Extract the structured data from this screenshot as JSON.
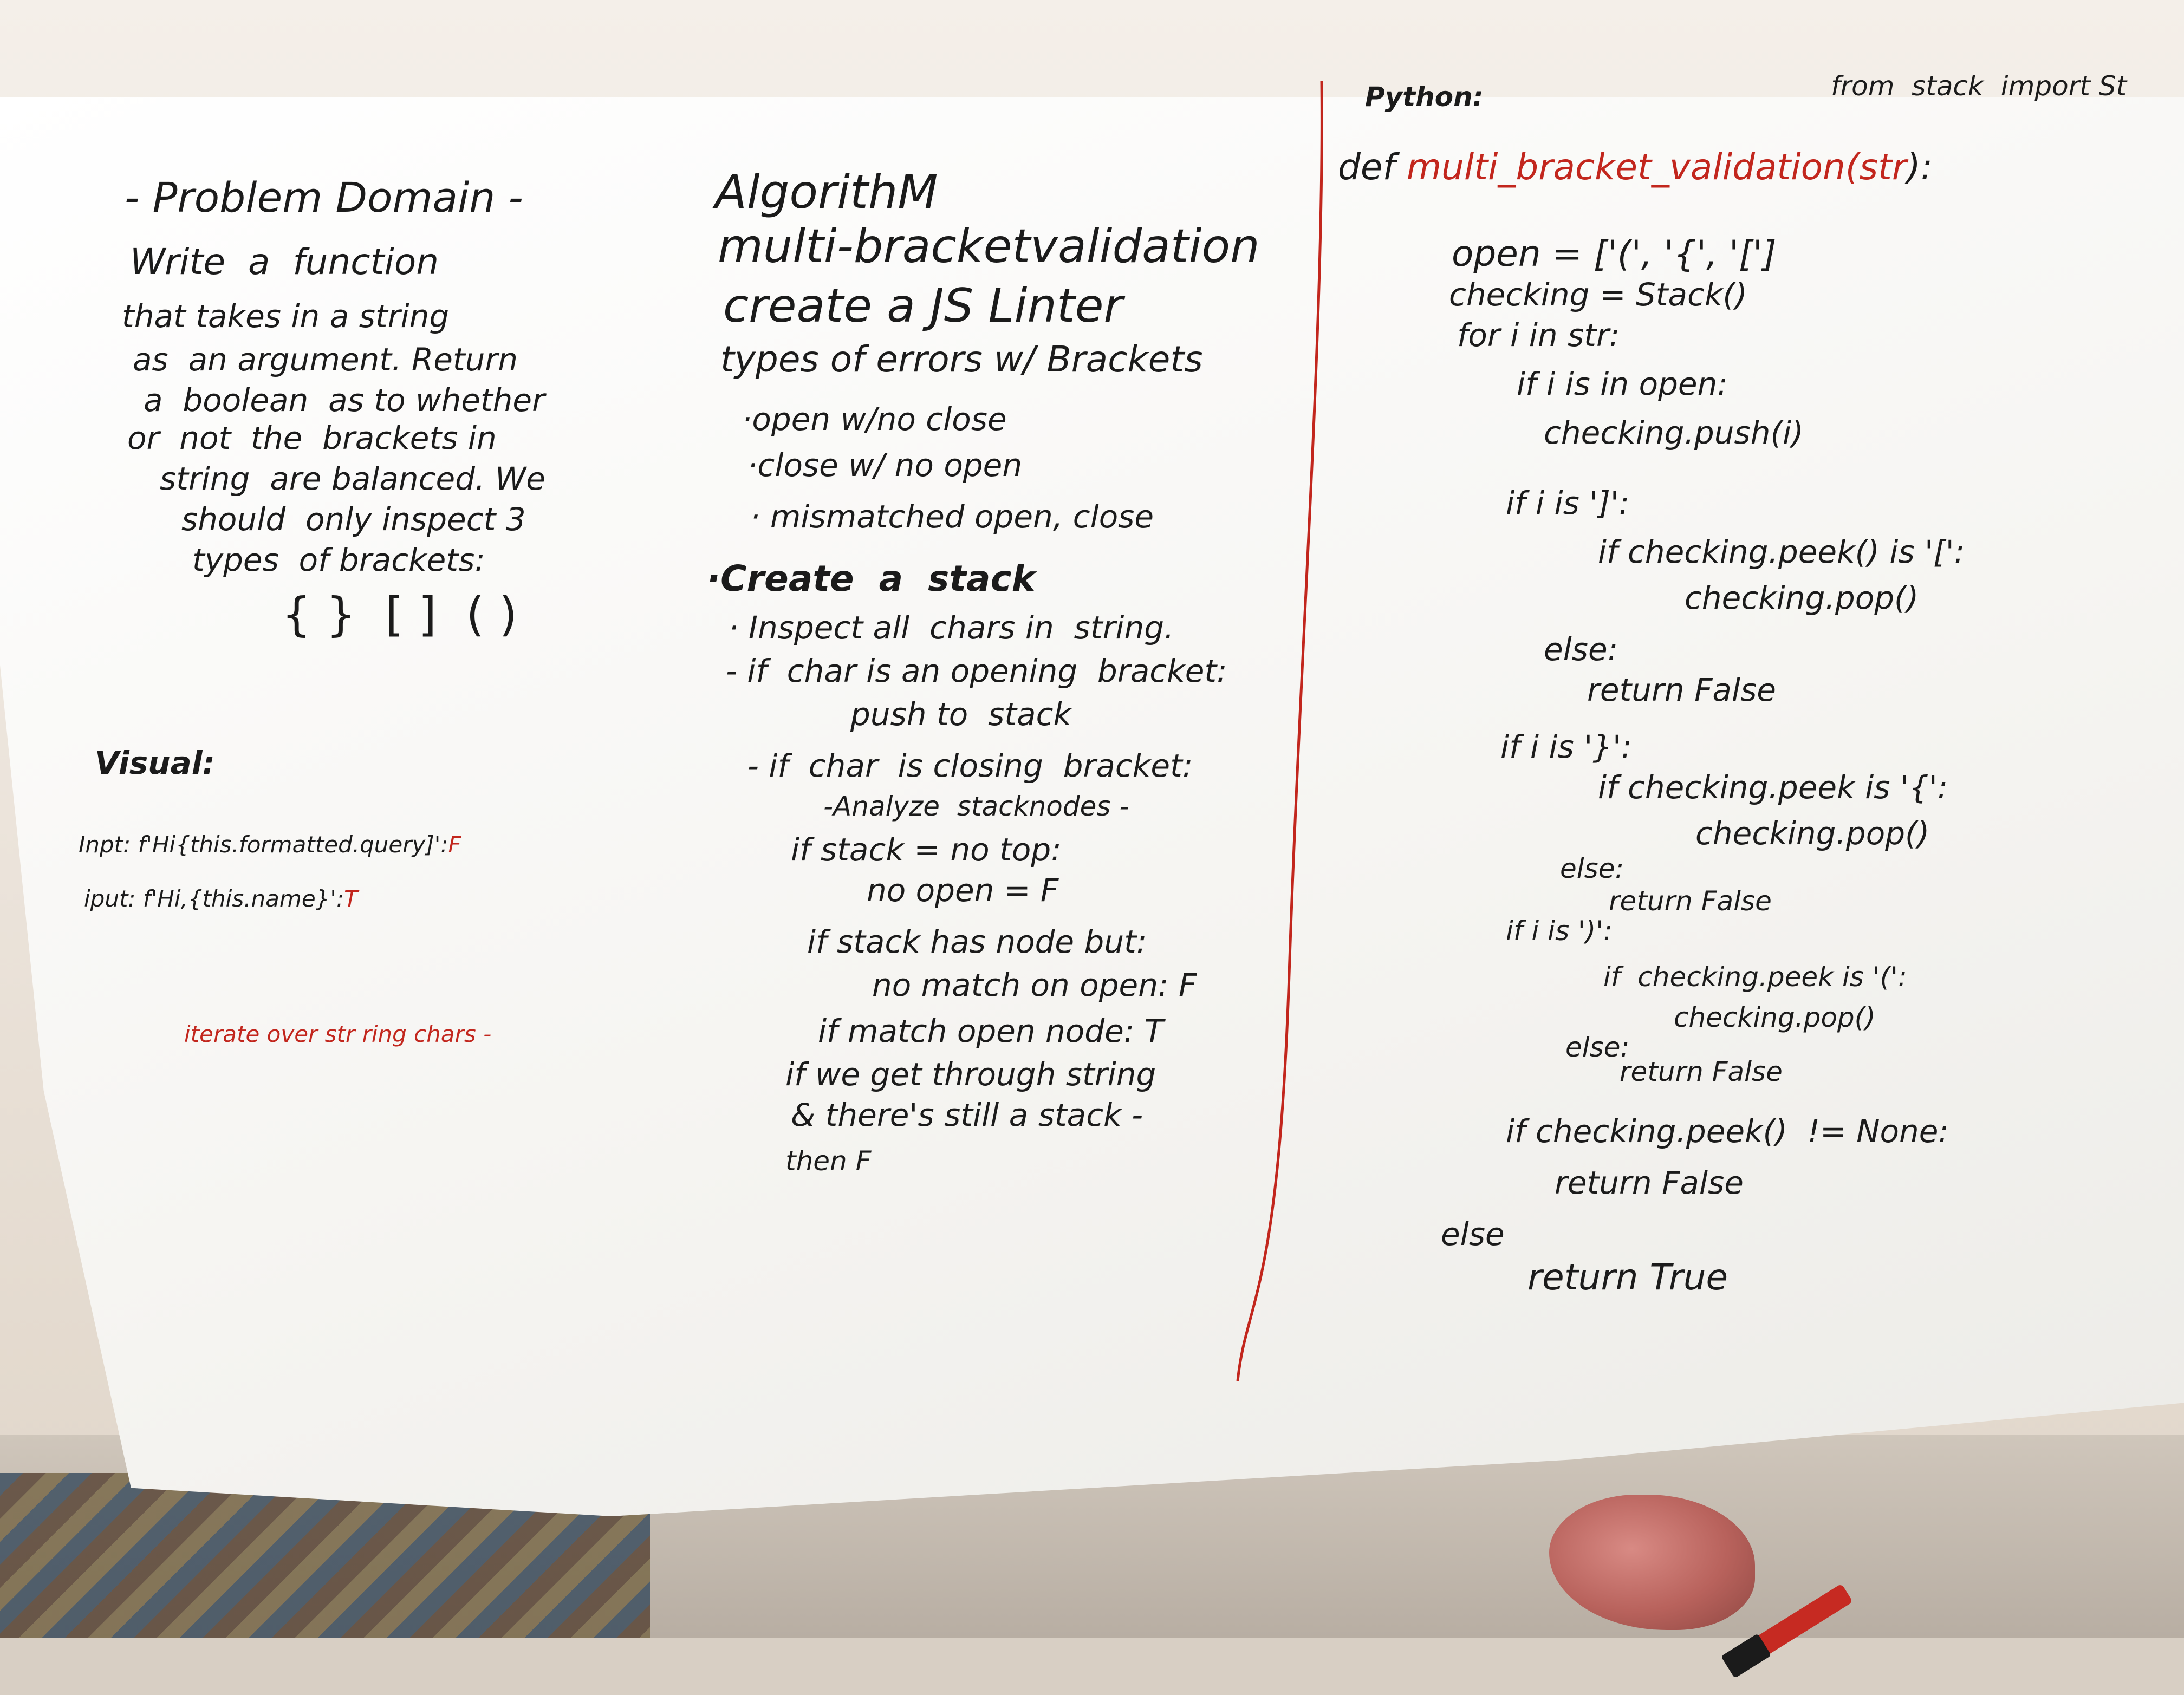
{
  "col1": {
    "problem_title": "- Problem Domain -",
    "problem_lines": [
      "Write  a  function",
      "that takes in a string",
      "as  an argument. Return",
      "a  boolean  as to whether",
      "or  not  the  brackets in",
      "string  are balanced. We",
      "should  only inspect 3",
      "types  of brackets:"
    ],
    "brackets": "{ }  [ ]  ( )",
    "visual_title": "Visual:",
    "input1_text": "Inpt: f'Hi{this.formatted.query]':",
    "input1_result": "F",
    "input2_text": "iput: f'Hi,{this.name}':",
    "input2_result": "T",
    "iterate_note": "iterate over str ring chars -"
  },
  "col2": {
    "lines": [
      "AlgorithM",
      "multi-bracketvalidation",
      "create a JS Linter",
      "types of errors w/ Brackets",
      "·open w/no close",
      "·close w/ no open",
      "· mismatched open, close",
      "·Create  a  stack",
      "· Inspect all  chars in  string.",
      "- if  char is an opening  bracket:",
      "push to  stack",
      "- if  char  is closing  bracket:",
      "-Analyze  stacknodes -",
      "if stack = no top:",
      "no open = F",
      "if stack has node but:",
      "no match on open: F",
      "if match open node: T",
      "if we get through string",
      "& there's still a stack -",
      "then F"
    ]
  },
  "col3": {
    "python_label": "Python:",
    "import_line": "from  stack  import St",
    "def_keyword": "def",
    "def_name": "multi_bracket_validation(",
    "def_param": "str",
    "def_end": "):",
    "code": [
      "open = ['(', '{', '[']",
      "checking = Stack()",
      "for i in str:",
      "if i is in open:",
      "checking.push(i)",
      "if i is ']':",
      "if checking.peek() is '[':",
      "checking.pop()",
      "else:",
      "return False",
      "if i is '}':",
      "if checking.peek is '{':",
      "checking.pop()",
      "else:",
      "return False",
      "if i is ')':",
      "if  checking.peek is '(':",
      "checking.pop()",
      "else:",
      "return False",
      "if checking.peek()  != None:",
      "return False",
      "else",
      "return True"
    ]
  },
  "colors": {
    "ink_black": "#1b1b1b",
    "ink_red": "#c2261d",
    "board": "#ffffff"
  }
}
